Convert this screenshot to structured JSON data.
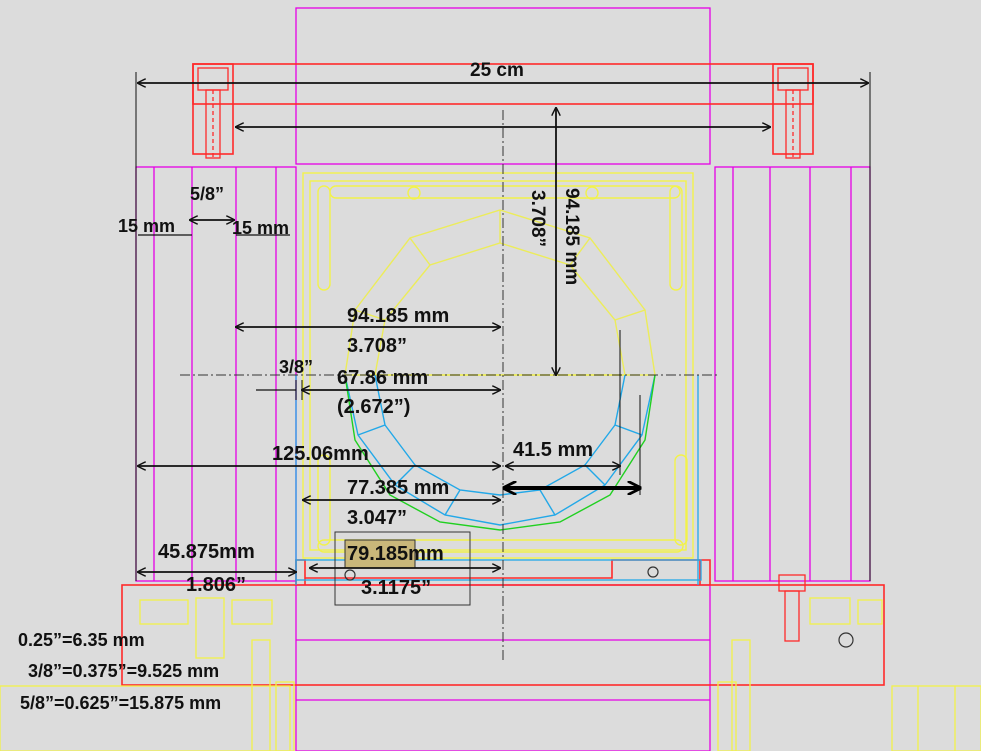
{
  "colors": {
    "background": "#dcdcdc",
    "frame": "#ff2a2a",
    "plate": "#e600e6",
    "bracket": "#f2f24a",
    "ring": "#ecec5a",
    "ring_lower": "#22a8e8",
    "ring_edge": "#20d020",
    "dimension": "#111111",
    "highlight_arrow": "#000000"
  },
  "dimensions": {
    "overall_width": "25 cm",
    "vertical_mm": "94.185 mm",
    "vertical_in": "3.708”",
    "slot_width": "5/8”",
    "rail_left": "15 mm",
    "rail_right": "15 mm",
    "to_center_mm": "94.185 mm",
    "to_center_in": "3.708”",
    "gap_small": "3/8”",
    "inner_mm": "67.86 mm",
    "inner_in": "(2.672”)",
    "left_to_center": "125.06mm",
    "right_offset": "41.5 mm",
    "mid_mm": "77.385 mm",
    "mid_in": "3.047”",
    "bottom_left_mm": "45.875mm",
    "bottom_left_in": "1.806”",
    "bottom_mm": "79.185mm",
    "bottom_in": "3.1175”"
  },
  "conversions": [
    "0.25”=6.35 mm",
    "3/8”=0.375”=9.525 mm",
    "5/8”=0.625”=15.875 mm"
  ]
}
